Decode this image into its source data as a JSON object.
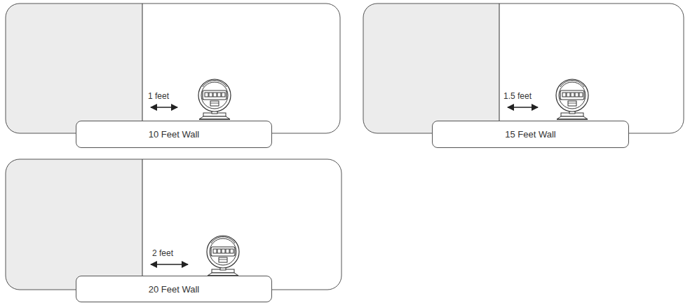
{
  "diagram": {
    "nodes": [
      {
        "text": [
          "10 Feet Wall"
        ]
      },
      {
        "text": [
          "15 Feet Wall"
        ]
      },
      {
        "text": [
          "20 Feet Wall"
        ]
      }
    ],
    "labels": [
      "1 feet",
      "1.5 feet",
      "2 feet"
    ]
  }
}
